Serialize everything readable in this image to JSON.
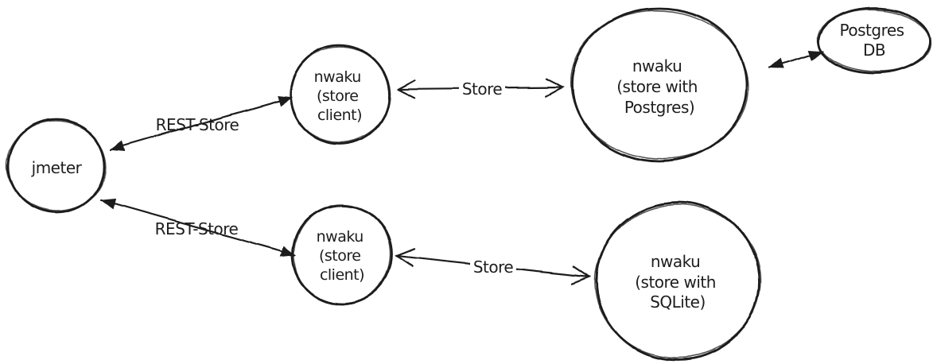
{
  "diagram": {
    "colors": {
      "ink": "#1b1b1b",
      "background": "#ffffff"
    },
    "nodes": {
      "jmeter": {
        "lines": [
          "jmeter"
        ]
      },
      "store_client_top": {
        "lines": [
          "nwaku",
          "(store",
          "client)"
        ]
      },
      "store_client_bottom": {
        "lines": [
          "nwaku",
          "(store",
          "client)"
        ]
      },
      "store_postgres": {
        "lines": [
          "nwaku",
          "(store with",
          "Postgres)"
        ]
      },
      "store_sqlite": {
        "lines": [
          "nwaku",
          "(store with",
          "SQLite)"
        ]
      },
      "postgres_db": {
        "lines": [
          "Postgres",
          "DB"
        ]
      }
    },
    "edges": {
      "rest_store_top": {
        "label": "REST-Store",
        "from": "jmeter",
        "to": "store_client_top",
        "arrow": "double-filled"
      },
      "rest_store_bottom": {
        "label": "REST-Store",
        "from": "jmeter",
        "to": "store_client_bottom",
        "arrow": "double-filled"
      },
      "store_top": {
        "label": "Store",
        "from": "store_client_top",
        "to": "store_postgres",
        "arrow": "double-open"
      },
      "store_bottom": {
        "label": "Store",
        "from": "store_client_bottom",
        "to": "store_sqlite",
        "arrow": "double-open"
      },
      "postgres_db_link": {
        "from": "store_postgres",
        "to": "postgres_db",
        "arrow": "double-filled"
      }
    }
  }
}
